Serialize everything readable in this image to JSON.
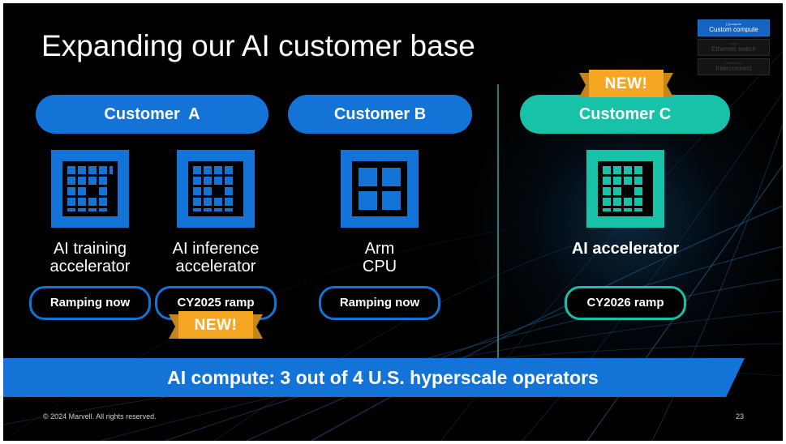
{
  "title": "Expanding our AI customer base",
  "legend": {
    "items": [
      {
        "label": "Custom compute",
        "sub": "[ ]compute"
      },
      {
        "label": "Ethernet switch",
        "sub": "switch"
      },
      {
        "label": "Interconnect",
        "sub": "interconnect"
      }
    ]
  },
  "customers": {
    "a": {
      "name": "Customer  A"
    },
    "b": {
      "name": "Customer B"
    },
    "c": {
      "name": "Customer C"
    }
  },
  "products": [
    {
      "label_line1": "AI training",
      "label_line2": "accelerator",
      "status": "Ramping now",
      "icon": "ai-chip-icon"
    },
    {
      "label_line1": "AI inference",
      "label_line2": "accelerator",
      "status": "CY2025 ramp",
      "icon": "ai-chip-icon"
    },
    {
      "label_line1": "Arm",
      "label_line2": "CPU",
      "status": "Ramping now",
      "icon": "cpu-chip-icon"
    },
    {
      "label_line1": "AI accelerator",
      "label_line2": "",
      "status": "CY2026 ramp",
      "icon": "ai-chip-icon"
    }
  ],
  "badges": {
    "new_top": "NEW!",
    "new_bottom": "NEW!"
  },
  "banner": "AI compute: 3 out of 4 U.S. hyperscale operators",
  "footer": {
    "copyright": "© 2024 Marvell. All rights reserved.",
    "page": "23"
  },
  "colors": {
    "blue": "#1473d6",
    "teal": "#17c2a8",
    "badge": "#f5a623",
    "background": "#000000"
  }
}
